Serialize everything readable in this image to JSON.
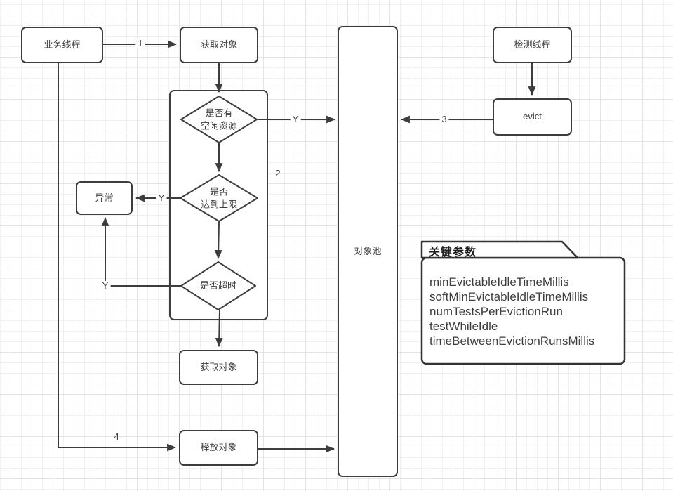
{
  "nodes": {
    "business_thread": "业务线程",
    "acquire_object_top": "获取对象",
    "decision_idle": "是否有\n空闲资源",
    "decision_limit": "是否\n达到上限",
    "decision_timeout": "是否超时",
    "exception": "异常",
    "object_pool": "对象池",
    "acquire_object_bottom": "获取对象",
    "release_object": "释放对象",
    "detect_thread": "检测线程",
    "evict": "evict"
  },
  "edge_labels": {
    "step1": "1",
    "step2": "2",
    "step3": "3",
    "step4": "4",
    "idle_yes": "Y",
    "limit_yes": "Y",
    "timeout_yes": "Y"
  },
  "note": {
    "title": "关键参数",
    "params": [
      "minEvictableIdleTimeMillis",
      "softMinEvictableIdleTimeMillis",
      "numTestsPerEvictionRun",
      "testWhileIdle",
      "timeBetweenEvictionRunsMillis"
    ]
  },
  "colors": {
    "line": "#3d3d3d",
    "background": "#ffffff",
    "grid_minor": "#f1f1f4",
    "grid_major": "#e4e4e7"
  }
}
